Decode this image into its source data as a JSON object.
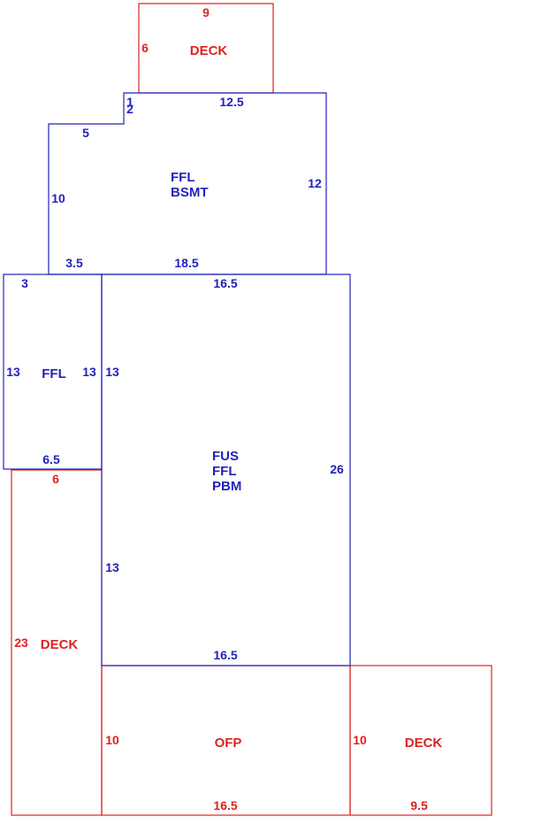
{
  "colors": {
    "living": "#2222bb",
    "exterior": "#dd2222",
    "background": "#ffffff"
  },
  "areas": {
    "top_deck": {
      "label": "DECK",
      "dims": {
        "top": "9",
        "left": "6"
      }
    },
    "basement": {
      "label_lines": [
        "FFL",
        "BSMT"
      ],
      "dims": {
        "notch_1": "1",
        "notch_2": "2",
        "top": "12.5",
        "step": "5",
        "left": "10",
        "right": "12",
        "bottom_left": "3.5",
        "bottom": "18.5"
      }
    },
    "side_ffl": {
      "label": "FFL",
      "dims": {
        "top": "3",
        "left": "13",
        "right": "13",
        "bottom": "6.5"
      }
    },
    "main": {
      "label_lines": [
        "FUS",
        "FFL",
        "PBM"
      ],
      "dims": {
        "top": "16.5",
        "left_upper": "13",
        "left_lower": "13",
        "right": "26",
        "bottom": "16.5"
      }
    },
    "left_deck": {
      "label": "DECK",
      "dims": {
        "top": "6",
        "left": "23"
      }
    },
    "ofp": {
      "label": "OFP",
      "dims": {
        "left": "10",
        "bottom": "16.5"
      }
    },
    "right_deck": {
      "label": "DECK",
      "dims": {
        "left": "10",
        "bottom": "9.5"
      }
    }
  }
}
